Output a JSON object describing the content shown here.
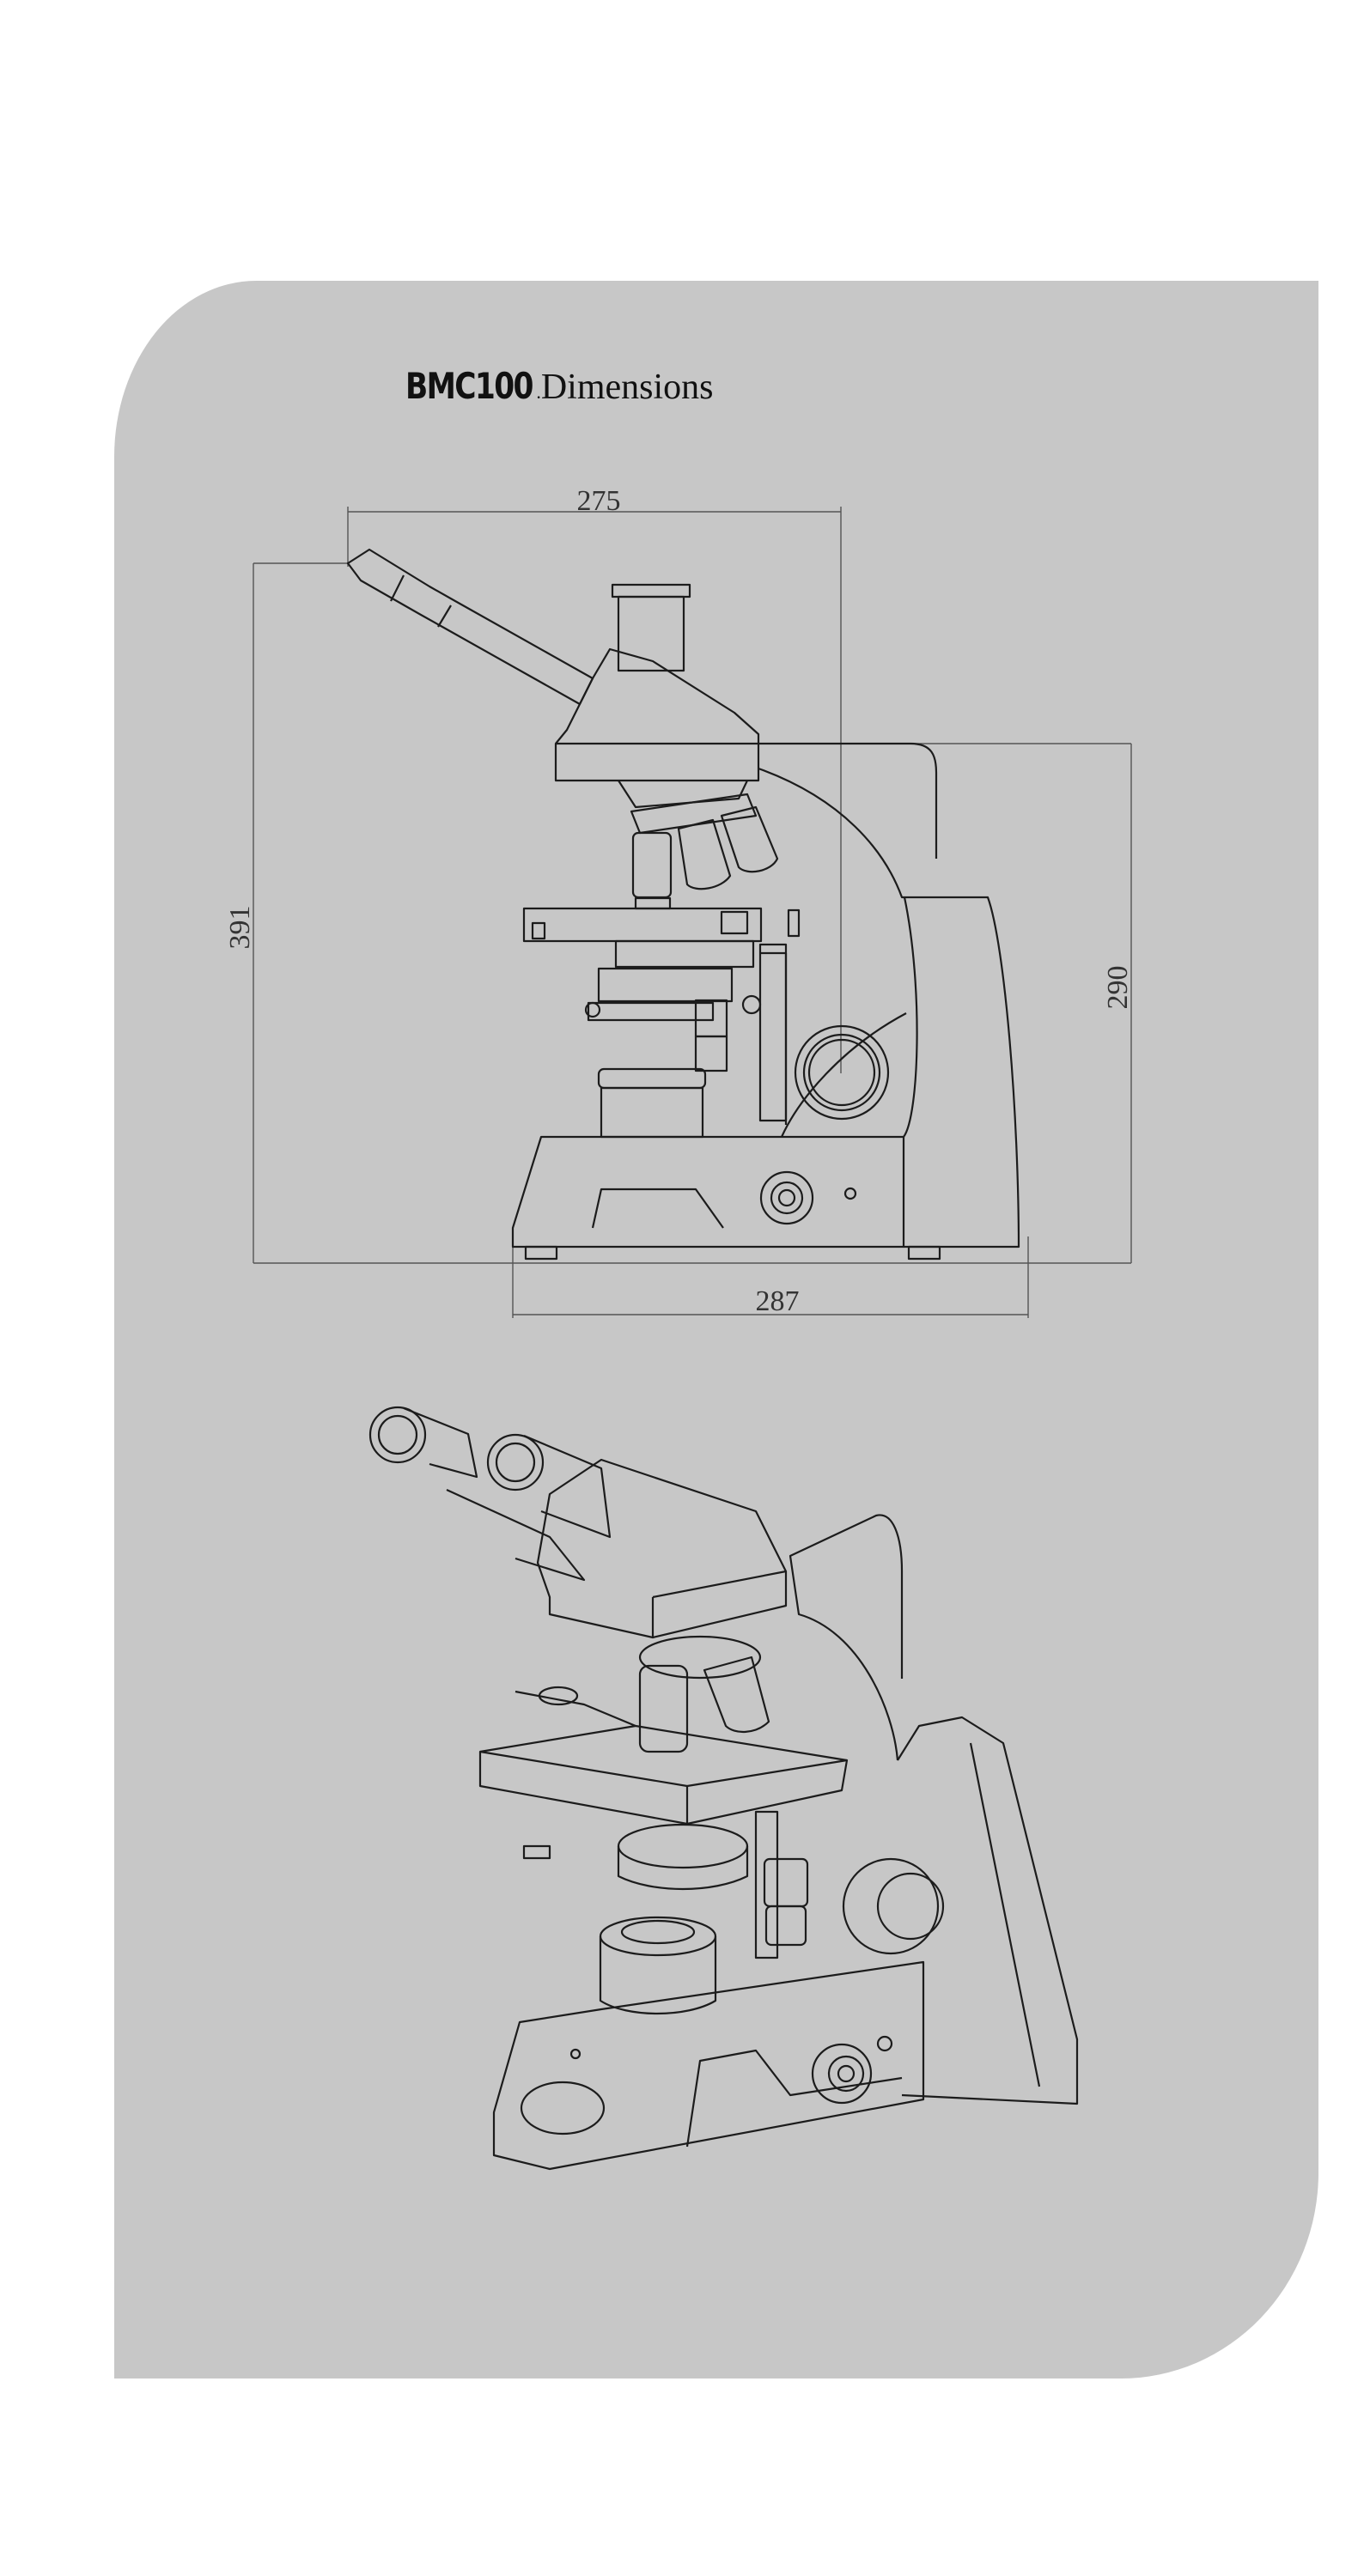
{
  "title": {
    "model": "BMC100",
    "separator": ".",
    "word": "Dimensions"
  },
  "dimensions": {
    "top_width": "275",
    "total_height": "391",
    "arm_height": "290",
    "base_width": "287"
  },
  "colors": {
    "panel": "#c7c7c7",
    "background": "#ffffff",
    "line": "#1c1c1c"
  }
}
